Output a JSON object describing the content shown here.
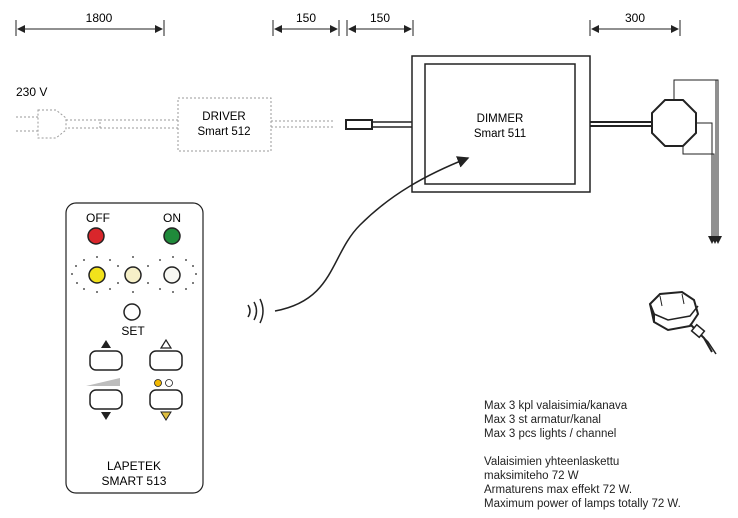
{
  "dimensions": {
    "d1": "1800",
    "d2": "150",
    "d3": "150",
    "d4": "300"
  },
  "mains": {
    "label": "230 V"
  },
  "driver": {
    "title": "DRIVER",
    "model": "Smart 512"
  },
  "dimmer": {
    "title": "DIMMER",
    "model": "Smart 511"
  },
  "remote": {
    "off_label": "OFF",
    "on_label": "ON",
    "set_label": "SET",
    "brand": "LAPETEK",
    "model": "SMART 513",
    "colors": {
      "off": "#d9262b",
      "on": "#1f8a3a",
      "ch1": "#f2e21c",
      "ch2": "#f6f0c8",
      "ch3": "#f7f7f2"
    }
  },
  "notes": {
    "lines_1": [
      "Max 3 kpl valaisimia/kanava",
      "Max 3 st armatur/kanal",
      "Max 3 pcs lights / channel"
    ],
    "lines_2": [
      "Valaisimien yhteenlaskettu",
      "maksimiteho 72 W",
      "Armaturens max effekt 72 W.",
      "Maximum power of lamps totally 72 W."
    ]
  }
}
